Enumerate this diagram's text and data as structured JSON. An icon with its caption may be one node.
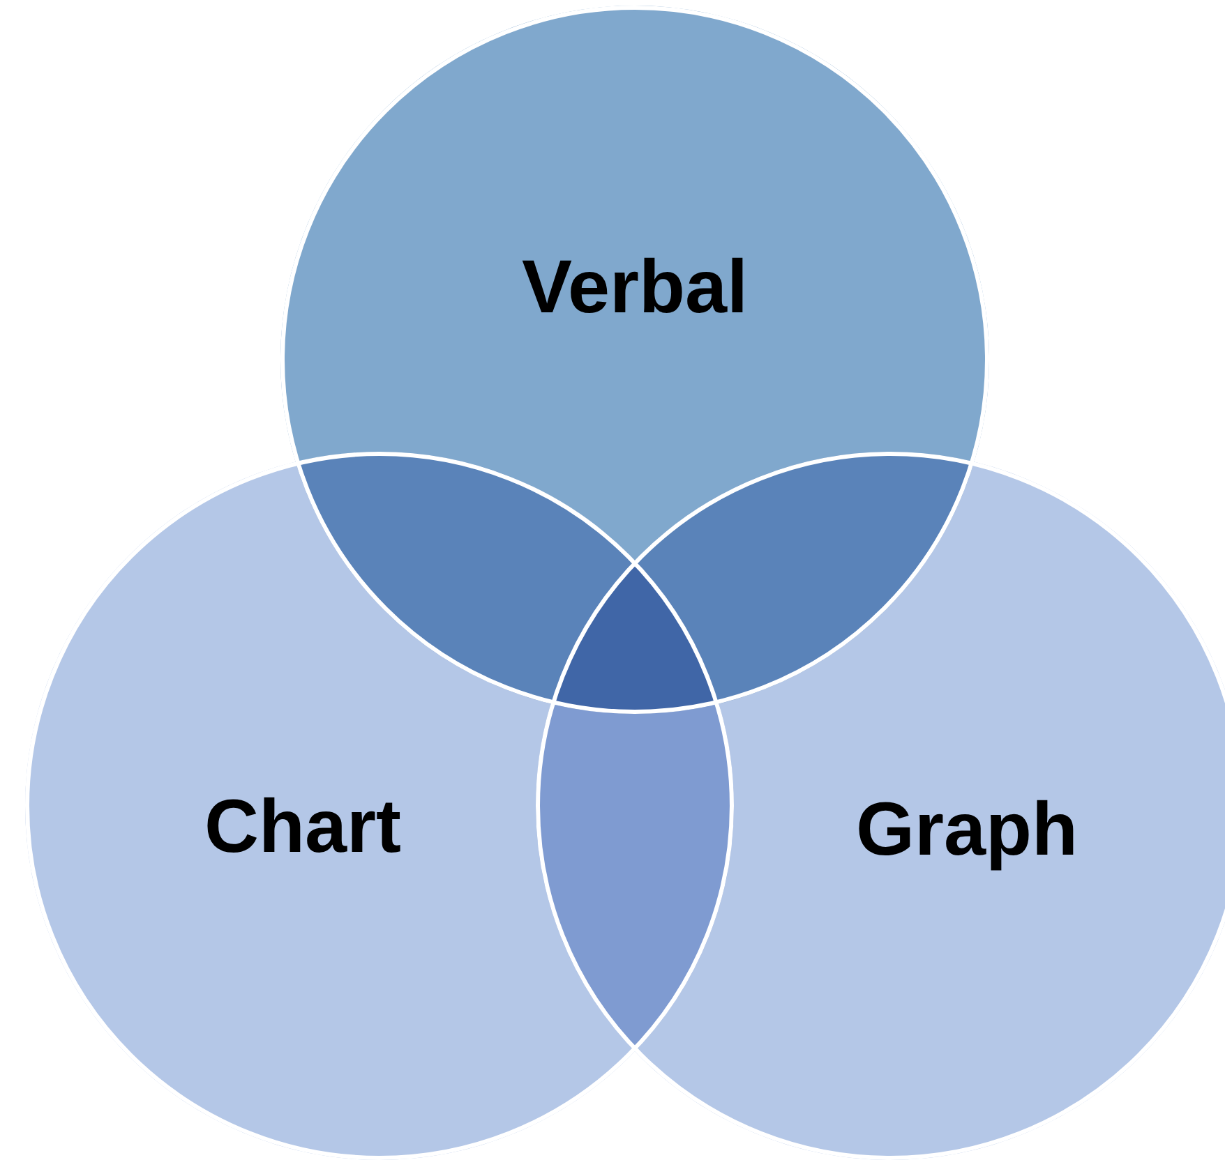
{
  "diagram": {
    "nodes": [
      {
        "text": [
          "Verbal"
        ]
      },
      {
        "text": [
          "Chart"
        ]
      },
      {
        "text": [
          "Graph"
        ]
      }
    ]
  }
}
